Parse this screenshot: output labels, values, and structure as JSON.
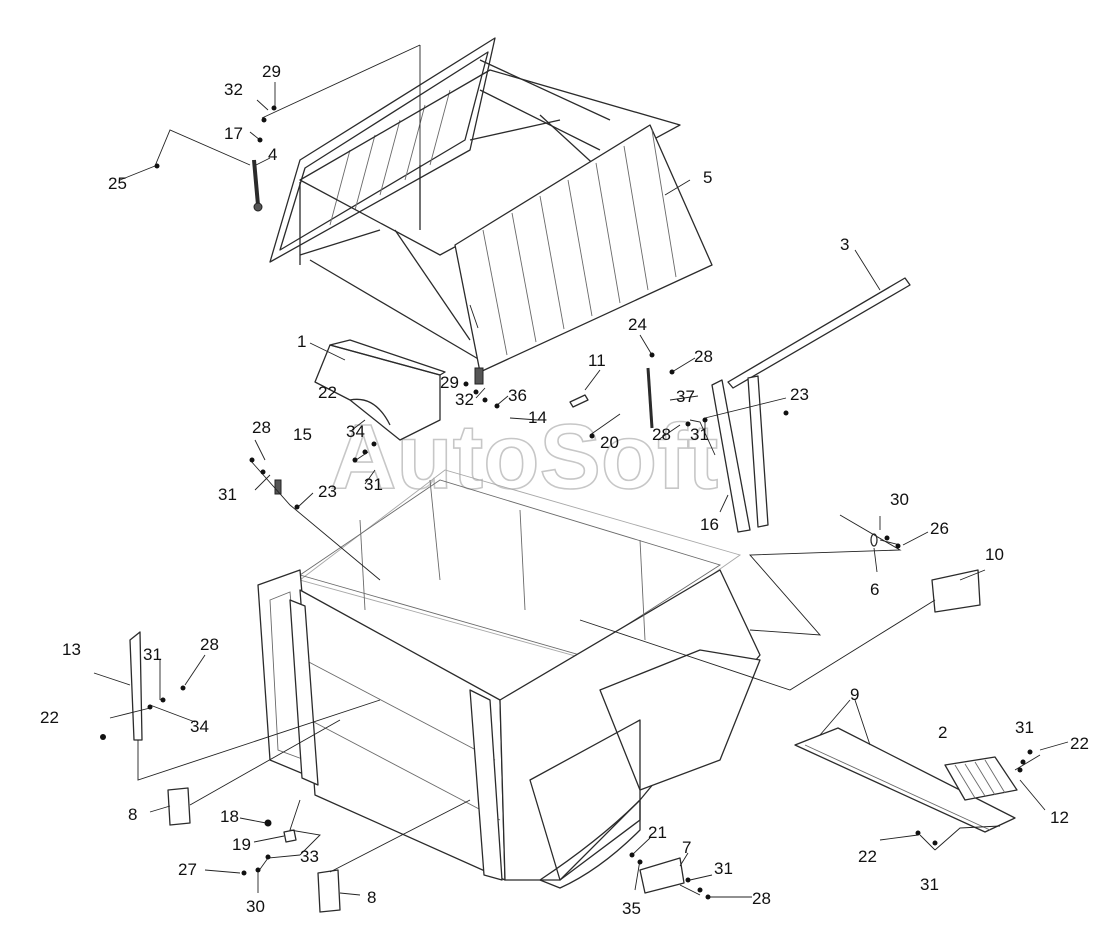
{
  "watermark": "AutoSoft",
  "callouts": [
    {
      "id": "c1",
      "label": "1"
    },
    {
      "id": "c2",
      "label": "2"
    },
    {
      "id": "c3",
      "label": "3"
    },
    {
      "id": "c4",
      "label": "4"
    },
    {
      "id": "c5",
      "label": "5"
    },
    {
      "id": "c6",
      "label": "6"
    },
    {
      "id": "c7",
      "label": "7"
    },
    {
      "id": "c8a",
      "label": "8"
    },
    {
      "id": "c8b",
      "label": "8"
    },
    {
      "id": "c9",
      "label": "9"
    },
    {
      "id": "c10",
      "label": "10"
    },
    {
      "id": "c11",
      "label": "11"
    },
    {
      "id": "c12",
      "label": "12"
    },
    {
      "id": "c13",
      "label": "13"
    },
    {
      "id": "c14",
      "label": "14"
    },
    {
      "id": "c15",
      "label": "15"
    },
    {
      "id": "c16",
      "label": "16"
    },
    {
      "id": "c17",
      "label": "17"
    },
    {
      "id": "c18",
      "label": "18"
    },
    {
      "id": "c19",
      "label": "19"
    },
    {
      "id": "c20",
      "label": "20"
    },
    {
      "id": "c21",
      "label": "21"
    },
    {
      "id": "c22a",
      "label": "22"
    },
    {
      "id": "c22b",
      "label": "22"
    },
    {
      "id": "c22c",
      "label": "22"
    },
    {
      "id": "c22d",
      "label": "22"
    },
    {
      "id": "c23a",
      "label": "23"
    },
    {
      "id": "c23b",
      "label": "23"
    },
    {
      "id": "c24",
      "label": "24"
    },
    {
      "id": "c25",
      "label": "25"
    },
    {
      "id": "c26",
      "label": "26"
    },
    {
      "id": "c27",
      "label": "27"
    },
    {
      "id": "c28a",
      "label": "28"
    },
    {
      "id": "c28b",
      "label": "28"
    },
    {
      "id": "c28c",
      "label": "28"
    },
    {
      "id": "c28d",
      "label": "28"
    },
    {
      "id": "c28e",
      "label": "28"
    },
    {
      "id": "c29a",
      "label": "29"
    },
    {
      "id": "c29b",
      "label": "29"
    },
    {
      "id": "c30a",
      "label": "30"
    },
    {
      "id": "c30b",
      "label": "30"
    },
    {
      "id": "c31a",
      "label": "31"
    },
    {
      "id": "c31b",
      "label": "31"
    },
    {
      "id": "c31c",
      "label": "31"
    },
    {
      "id": "c31d",
      "label": "31"
    },
    {
      "id": "c31e",
      "label": "31"
    },
    {
      "id": "c31f",
      "label": "31"
    },
    {
      "id": "c31g",
      "label": "31"
    },
    {
      "id": "c32a",
      "label": "32"
    },
    {
      "id": "c32b",
      "label": "32"
    },
    {
      "id": "c33",
      "label": "33"
    },
    {
      "id": "c34a",
      "label": "34"
    },
    {
      "id": "c34b",
      "label": "34"
    },
    {
      "id": "c35",
      "label": "35"
    },
    {
      "id": "c36",
      "label": "36"
    },
    {
      "id": "c37",
      "label": "37"
    }
  ]
}
